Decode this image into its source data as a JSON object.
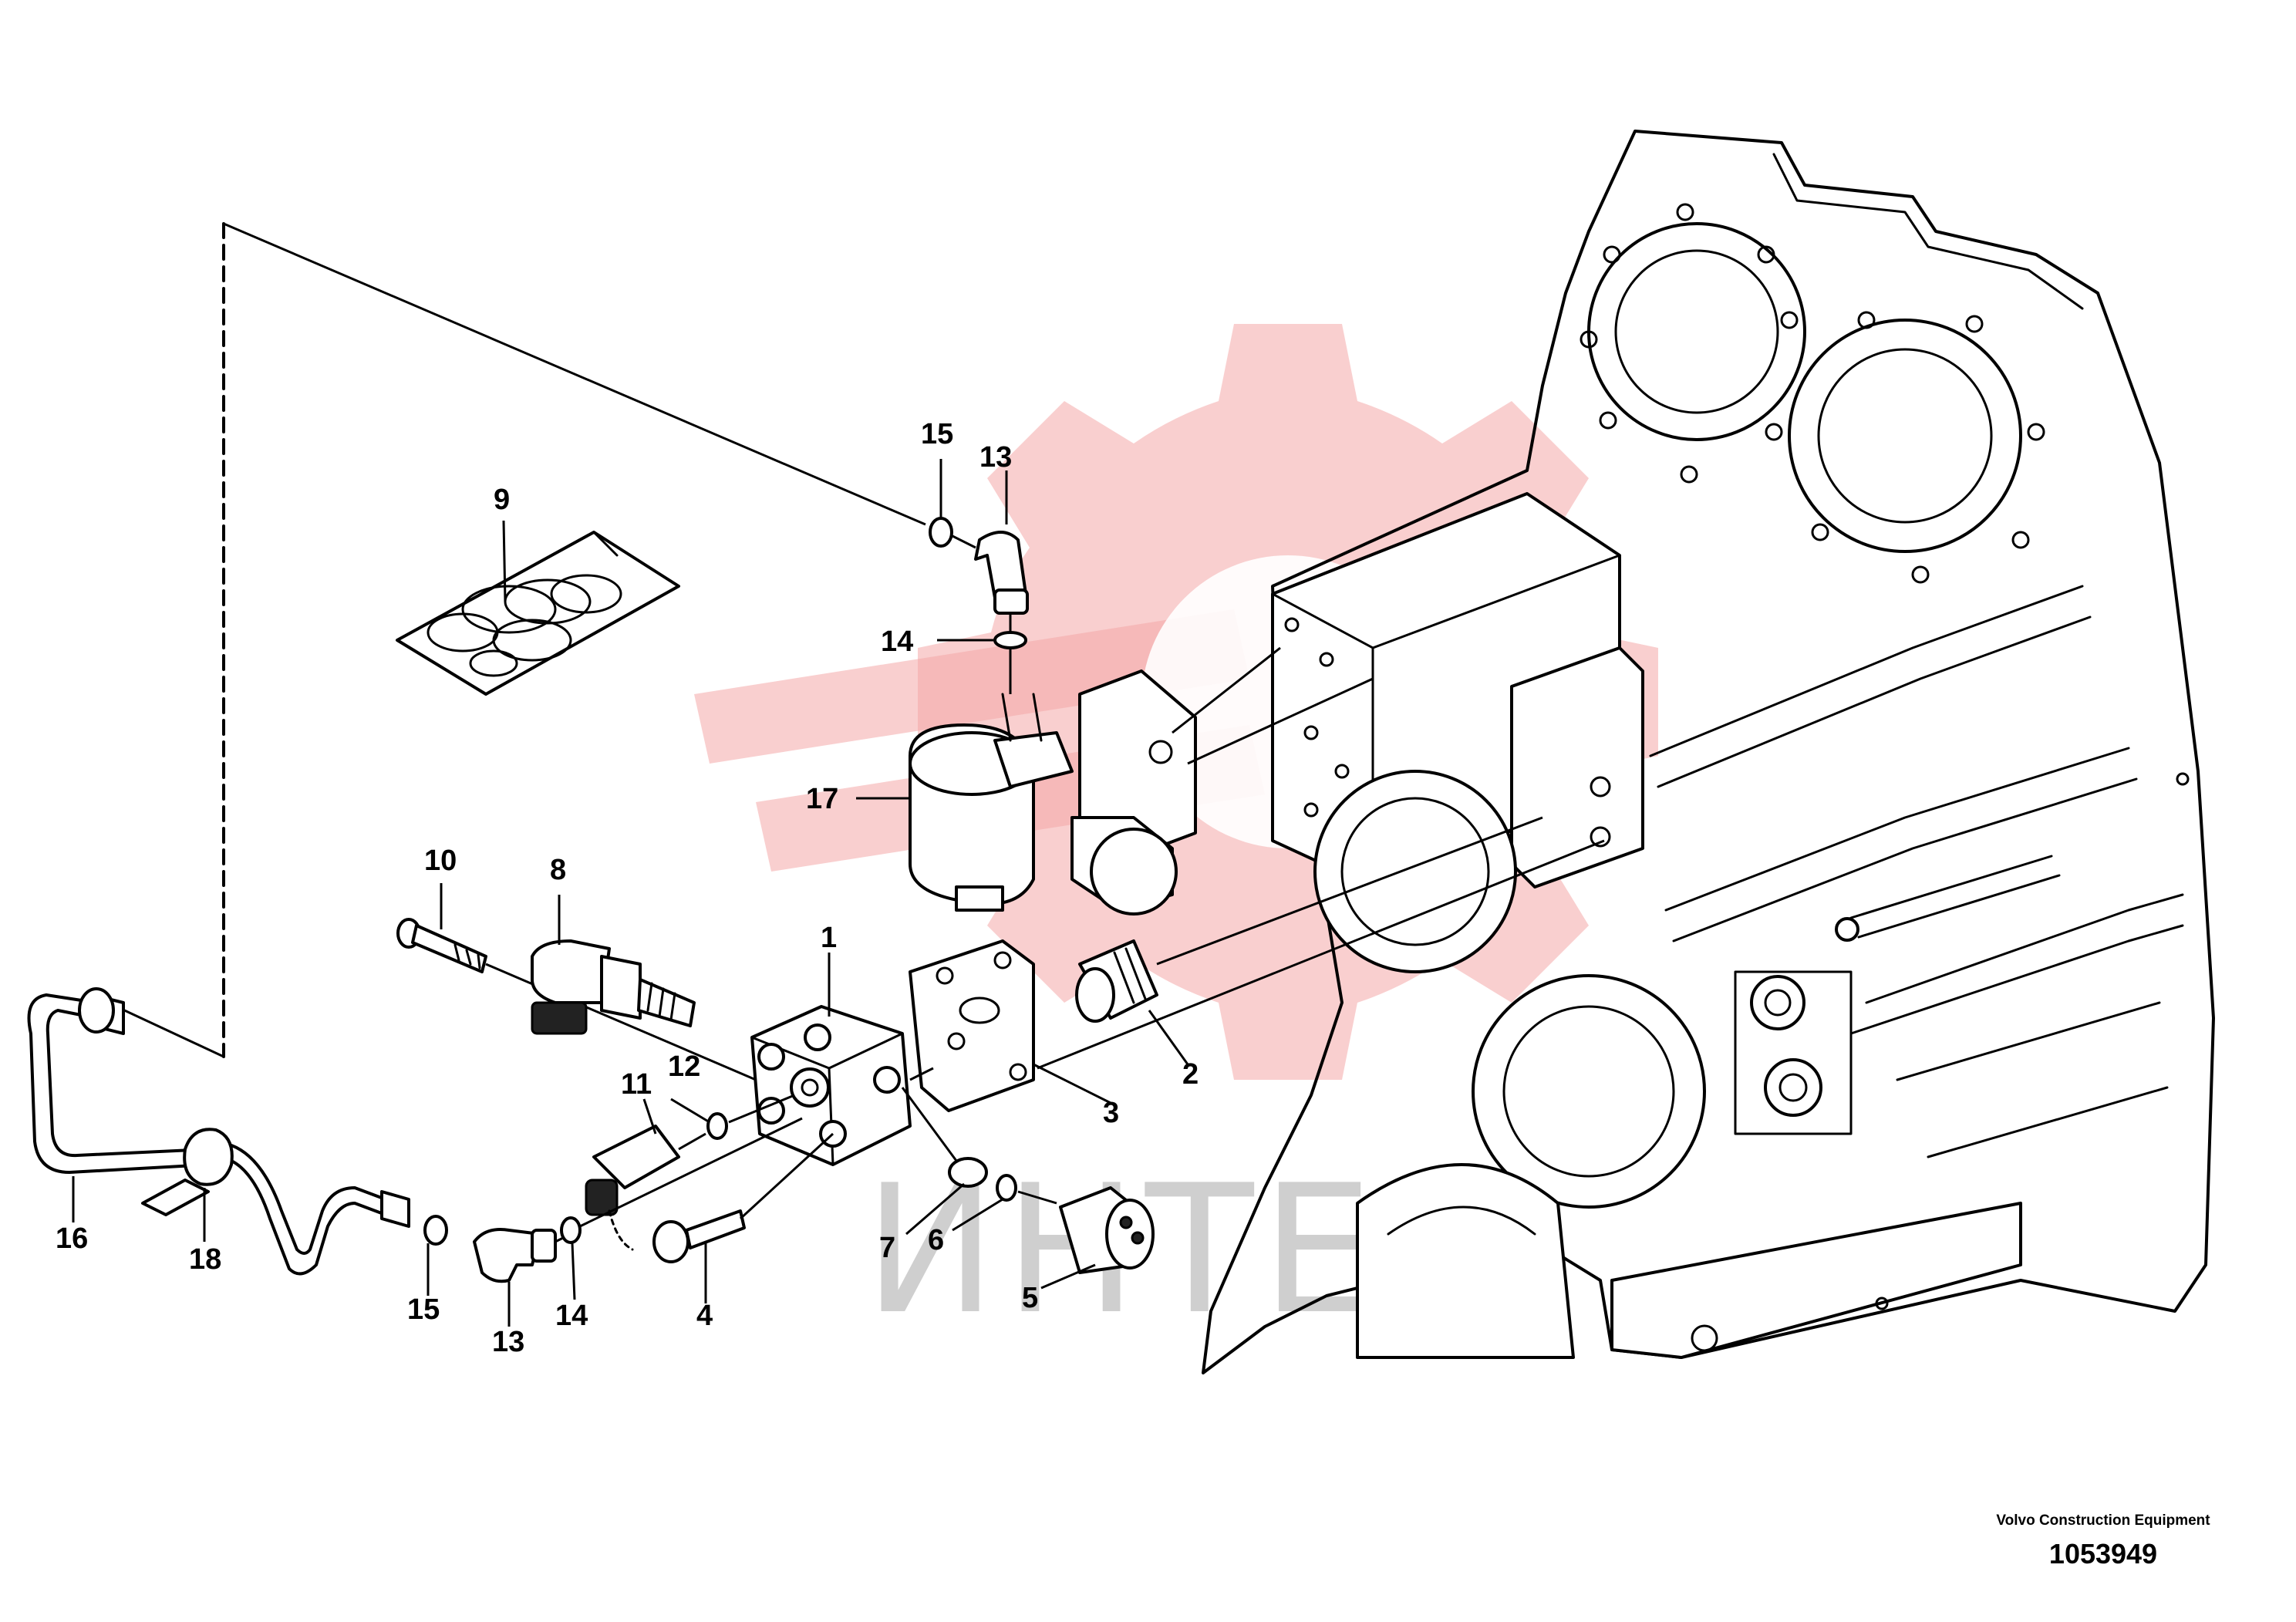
{
  "callouts": {
    "c1": "1",
    "c2": "2",
    "c3": "3",
    "c4": "4",
    "c5": "5",
    "c6": "6",
    "c7": "7",
    "c8": "8",
    "c9": "9",
    "c10": "10",
    "c11": "11",
    "c12": "12",
    "c13_top": "13",
    "c13_bottom": "13",
    "c14_top": "14",
    "c14_bottom": "14",
    "c15_top": "15",
    "c15_bottom": "15",
    "c16": "16",
    "c17": "17",
    "c18": "18"
  },
  "watermark": {
    "text": "ИНТЕХ",
    "color": "#f4a7a7"
  },
  "footer": {
    "manufacturer": "Volvo Construction Equipment",
    "drawing_number": "1053949"
  }
}
